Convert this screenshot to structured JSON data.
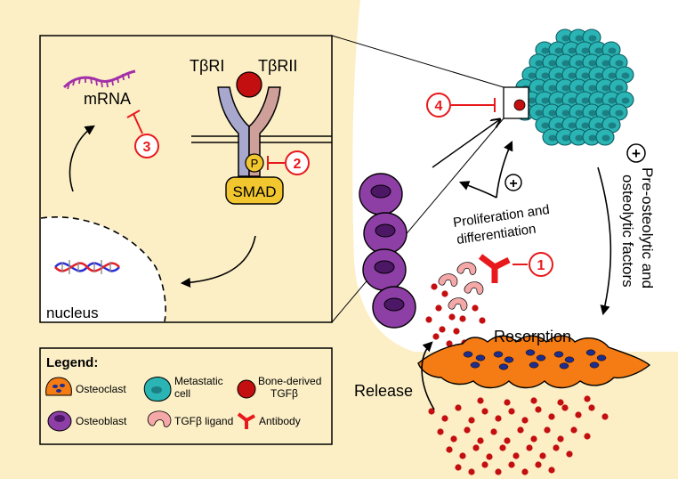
{
  "receptor": {
    "left": "TβRI",
    "right": "TβRII",
    "phospho": "P",
    "smad": "SMAD"
  },
  "inset": {
    "mrna": "mRNA",
    "nucleus": "nucleus"
  },
  "inhibitors": [
    "1",
    "2",
    "3",
    "4"
  ],
  "labels": {
    "proliferation_line1": "Proliferation and",
    "proliferation_line2": "differentiation",
    "preosteo_line1": "Pre-osteolytic and",
    "preosteo_line2": "osteolytic factors",
    "resorption": "Resorption",
    "release": "Release",
    "plus": "+"
  },
  "legend": {
    "title": "Legend:",
    "osteoclast": "Osteoclast",
    "metastatic_line1": "Metastatic",
    "metastatic_line2": "cell",
    "bone_tgfb_line1": "Bone-derived",
    "bone_tgfb_line2": "TGFβ",
    "osteoblast": "Osteoblast",
    "tgfb_ligand": "TGFβ ligand",
    "antibody": "Antibody"
  },
  "colors": {
    "background": "#fcefc6",
    "inhibitor": "#e8191c",
    "osteoclast": "#f57c14",
    "nucleus": "#1f2d8c",
    "metastatic": "#2ab4b4",
    "osteoblast": "#8e3fa6",
    "ligand": "#f5a8a8",
    "bone_tgfb": "#c30f0f",
    "smad": "#f2c62e",
    "receptor1": "#a8a8cf",
    "receptor2": "#cfa09a",
    "mrna": "#a22fa8"
  }
}
